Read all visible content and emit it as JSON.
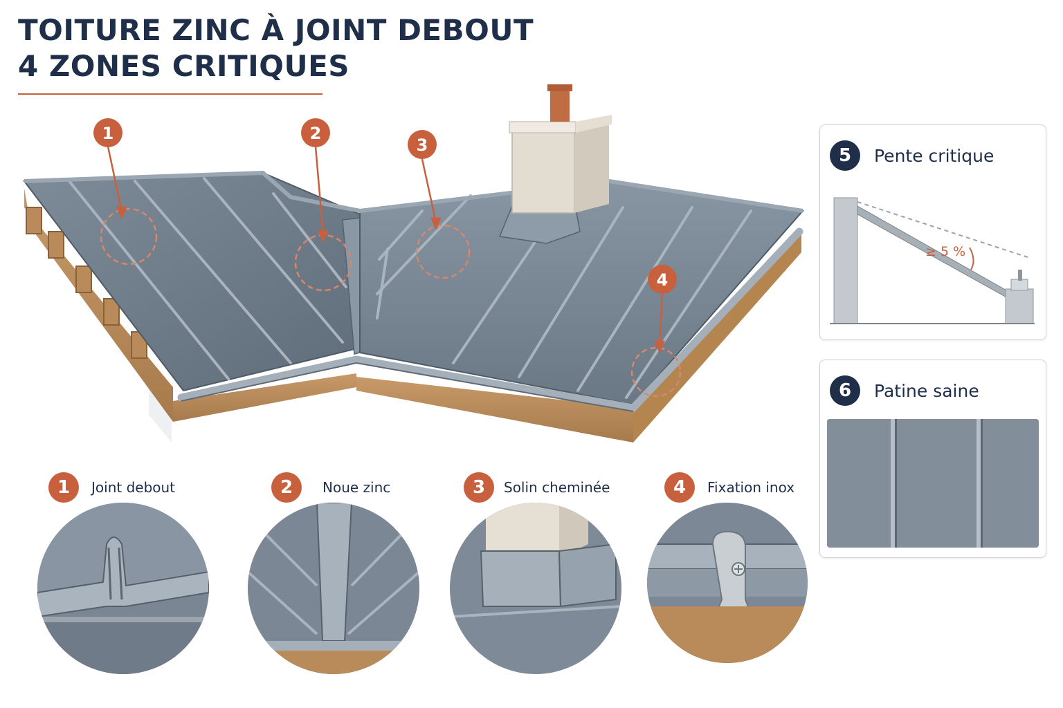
{
  "title": {
    "line1": "TOITURE ZINC À JOINT DEBOUT",
    "line2": "4 ZONES CRITIQUES"
  },
  "markers": [
    {
      "number": "1"
    },
    {
      "number": "2"
    },
    {
      "number": "3"
    },
    {
      "number": "4"
    }
  ],
  "details": [
    {
      "number": "1",
      "label": "Joint debout"
    },
    {
      "number": "2",
      "label": "Noue zinc"
    },
    {
      "number": "3",
      "label": "Solin cheminée"
    },
    {
      "number": "4",
      "label": "Fixation inox"
    }
  ],
  "panels": {
    "slope": {
      "number": "5",
      "title": "Pente critique",
      "annotation": "≥ 5 %"
    },
    "patina": {
      "number": "6",
      "title": "Patine saine"
    }
  },
  "colors": {
    "navy": "#1f2f4a",
    "accent": "#c8603e",
    "zinc": "#6f7d8b",
    "wood": "#b9895a"
  }
}
